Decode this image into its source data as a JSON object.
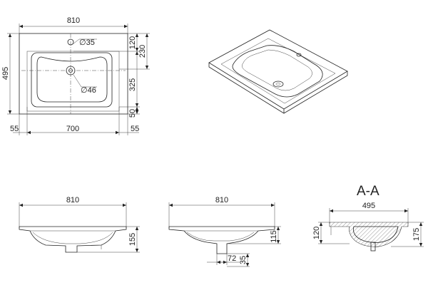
{
  "top_view": {
    "width": "810",
    "height": "495",
    "tap_hole_dim": "∅35",
    "drain_dim": "∅46",
    "dim_120": "120",
    "dim_230": "230",
    "dim_325": "325",
    "dim_50": "50",
    "dim_55_left": "55",
    "dim_700": "700",
    "dim_55_right": "55"
  },
  "front_view": {
    "width": "810",
    "height": "155"
  },
  "side_view": {
    "width": "810",
    "height": "115",
    "dim_72": "72",
    "dim_35": "35"
  },
  "section": {
    "title": "A-A",
    "width": "495",
    "dim_120": "120",
    "dim_175": "175"
  }
}
